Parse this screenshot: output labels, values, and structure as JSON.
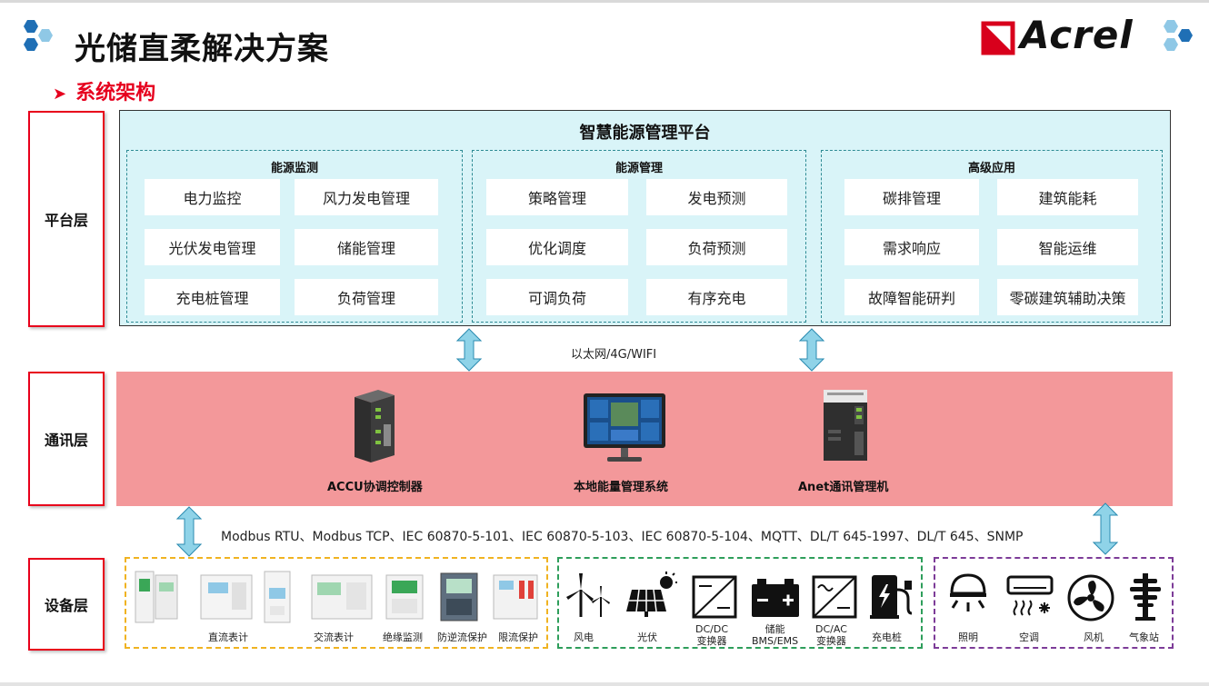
{
  "header": {
    "title": "光储直柔解决方案",
    "section": "系统架构",
    "logo_text": "Acrel"
  },
  "layers": {
    "platform": "平台层",
    "comm": "通讯层",
    "device": "设备层"
  },
  "platform": {
    "title": "智慧能源管理平台",
    "groups": [
      {
        "title": "能源监测",
        "items": [
          "电力监控",
          "风力发电管理",
          "光伏发电管理",
          "储能管理",
          "充电桩管理",
          "负荷管理"
        ]
      },
      {
        "title": "能源管理",
        "items": [
          "策略管理",
          "发电预测",
          "优化调度",
          "负荷预测",
          "可调负荷",
          "有序充电"
        ]
      },
      {
        "title": "高级应用",
        "items": [
          "碳排管理",
          "建筑能耗",
          "需求响应",
          "智能运维",
          "故障智能研判",
          "零碳建筑辅助决策"
        ]
      }
    ]
  },
  "network_label": "以太网/4G/WIFI",
  "comm": {
    "items": [
      "ACCU协调控制器",
      "本地能量管理系统",
      "Anet通讯管理机"
    ]
  },
  "protocols": "Modbus RTU、Modbus TCP、IEC 60870-5-101、IEC 60870-5-103、IEC 60870-5-104、MQTT、DL/T 645-1997、DL/T 645、SNMP",
  "devices": {
    "meters": [
      "直流表计",
      "交流表计",
      "绝缘监测",
      "防逆流保护",
      "限流保护"
    ],
    "energy": [
      "风电",
      "光伏",
      "DC/DC\n变换器",
      "储能\nBMS/EMS",
      "DC/AC\n变换器",
      "充电桩"
    ],
    "loads": [
      "照明",
      "空调",
      "风机",
      "气象站"
    ]
  },
  "colors": {
    "accent_red": "#e6001e",
    "platform_bg": "#d9f4f8",
    "comm_bg": "#f3989a",
    "meters_border": "#f0b321",
    "energy_border": "#2e9e5b",
    "loads_border": "#7d3c98",
    "connector": "#8fd3e8"
  }
}
